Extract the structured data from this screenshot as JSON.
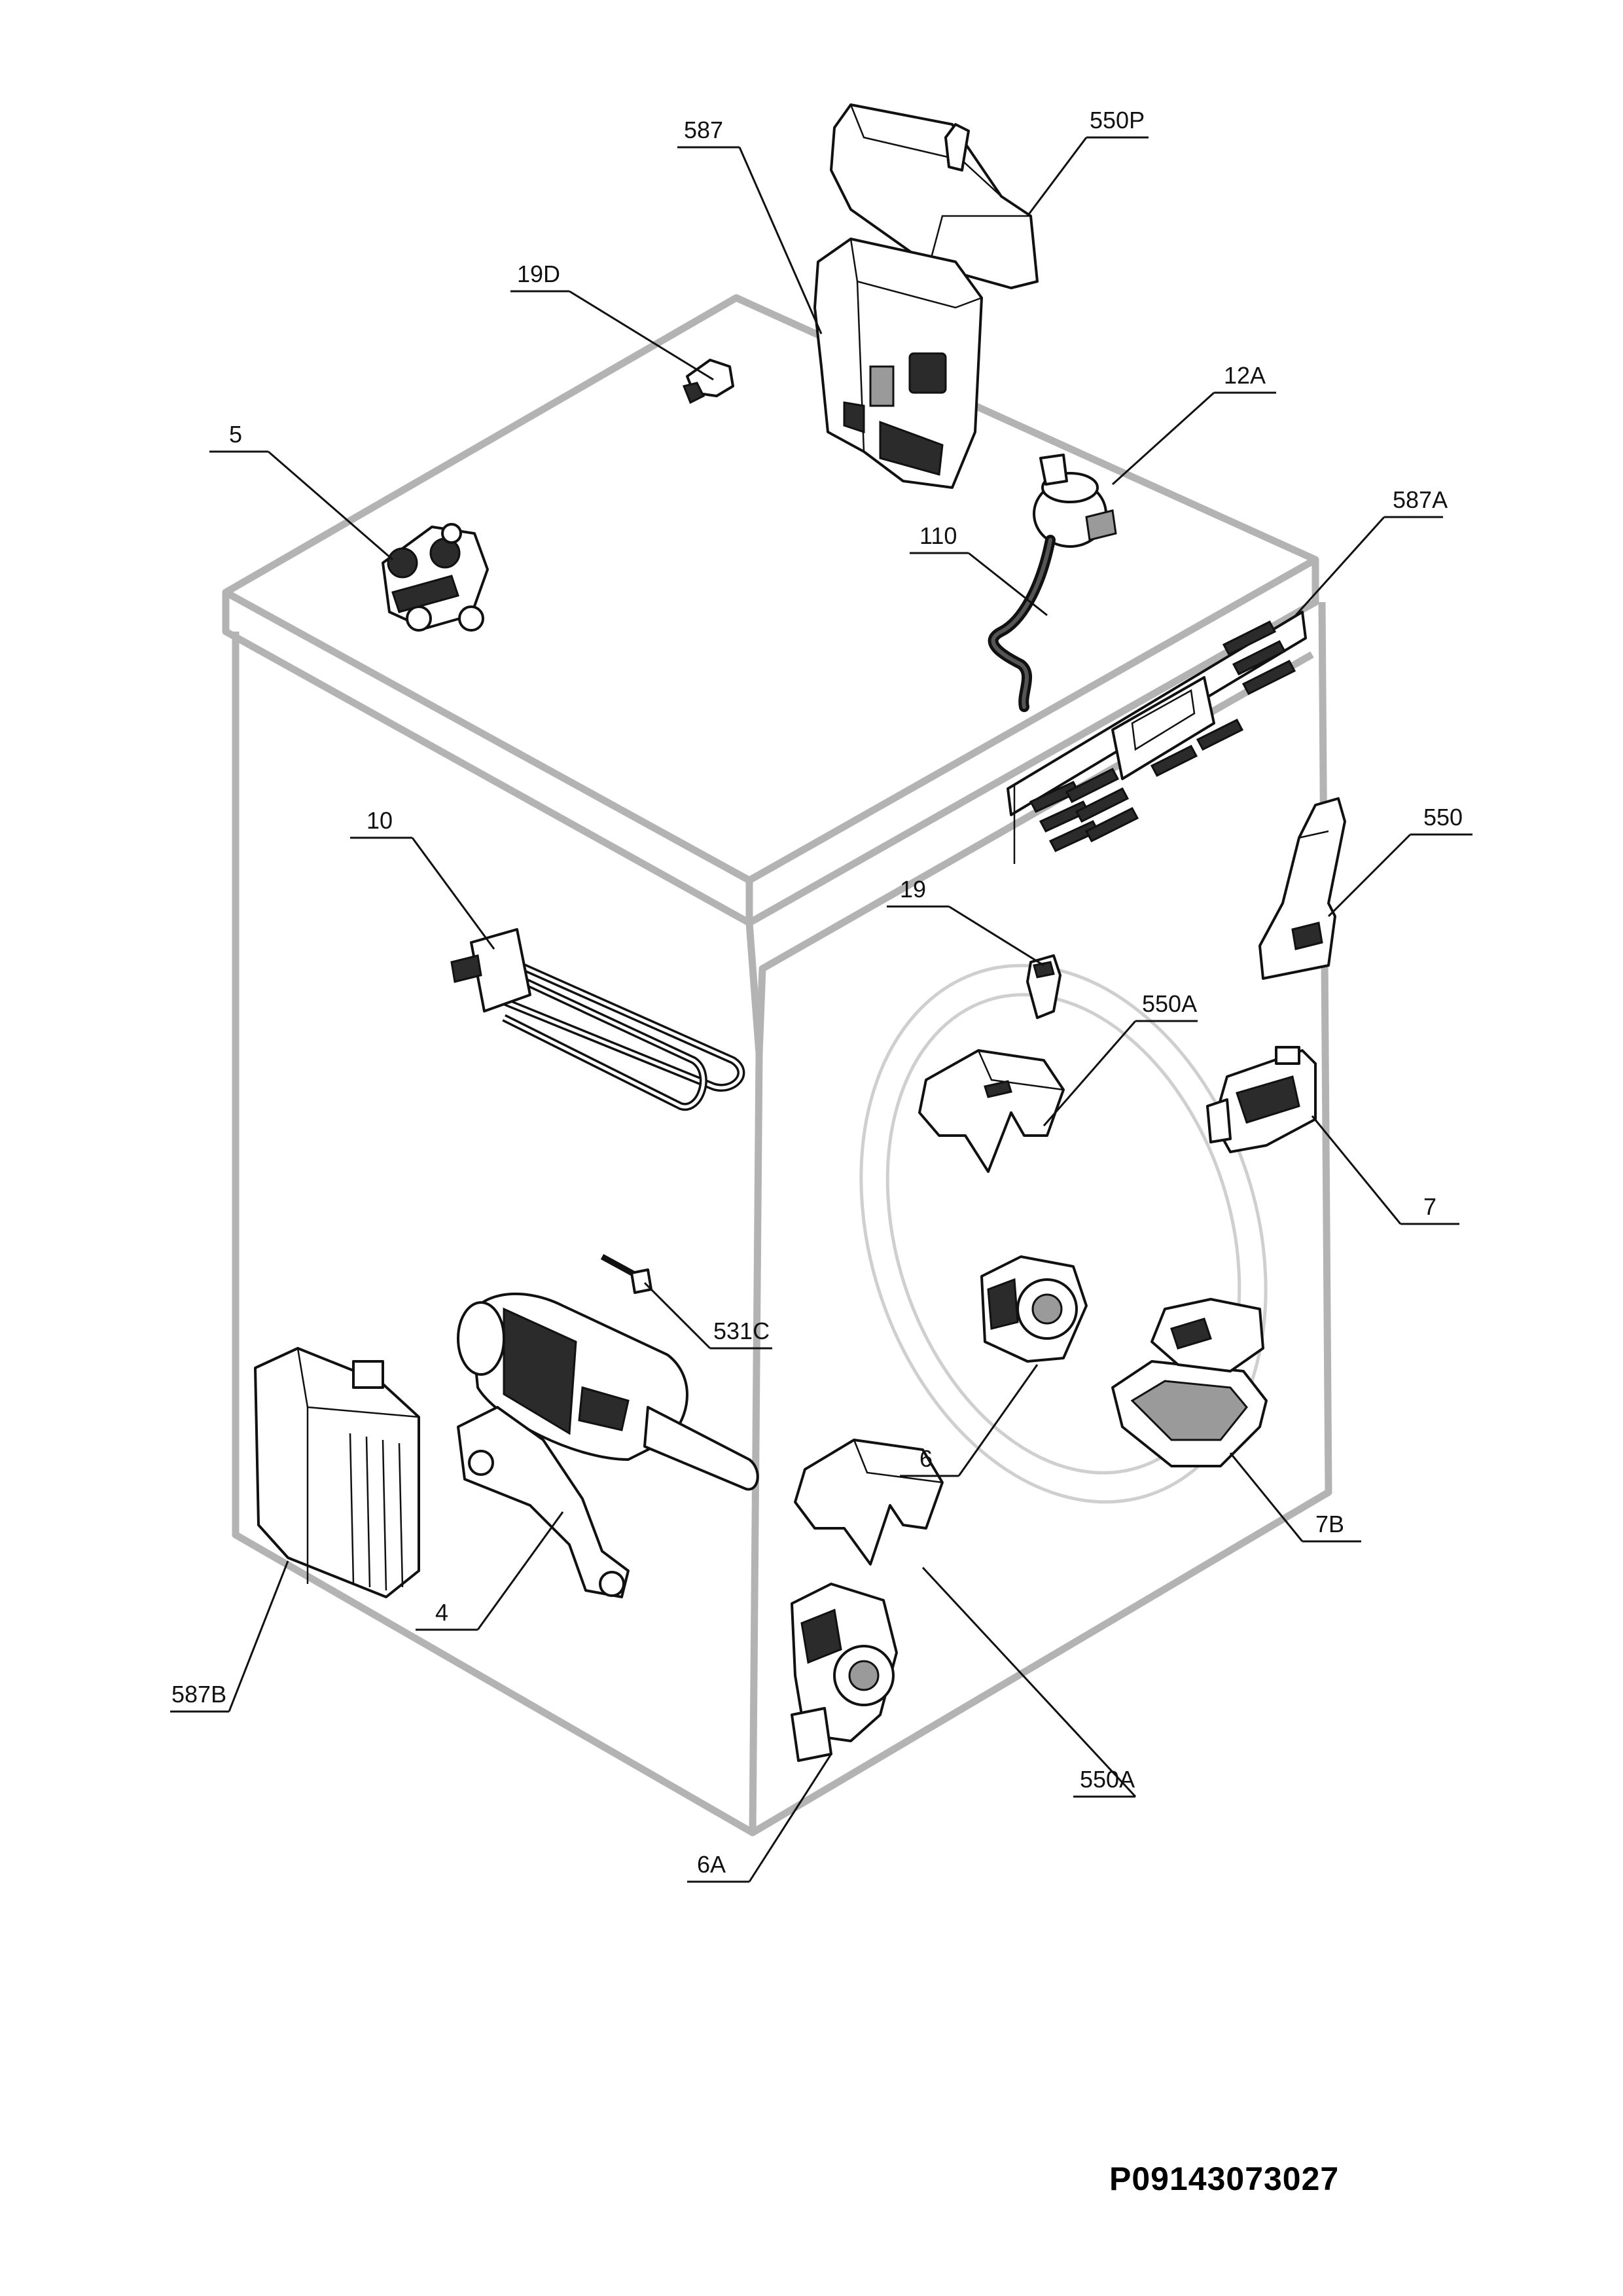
{
  "diagram": {
    "labels": {
      "p550P": "550P",
      "p587": "587",
      "p19D": "19D",
      "p12A": "12A",
      "p5": "5",
      "p587A": "587A",
      "p110": "110",
      "p10": "10",
      "p550": "550",
      "p19": "19",
      "p550A_top": "550A",
      "p7": "7",
      "p531C": "531C",
      "p6": "6",
      "p7B": "7B",
      "p4": "4",
      "p587B": "587B",
      "p550A_bottom": "550A",
      "p6A": "6A"
    },
    "document_code": "P09143073027"
  }
}
